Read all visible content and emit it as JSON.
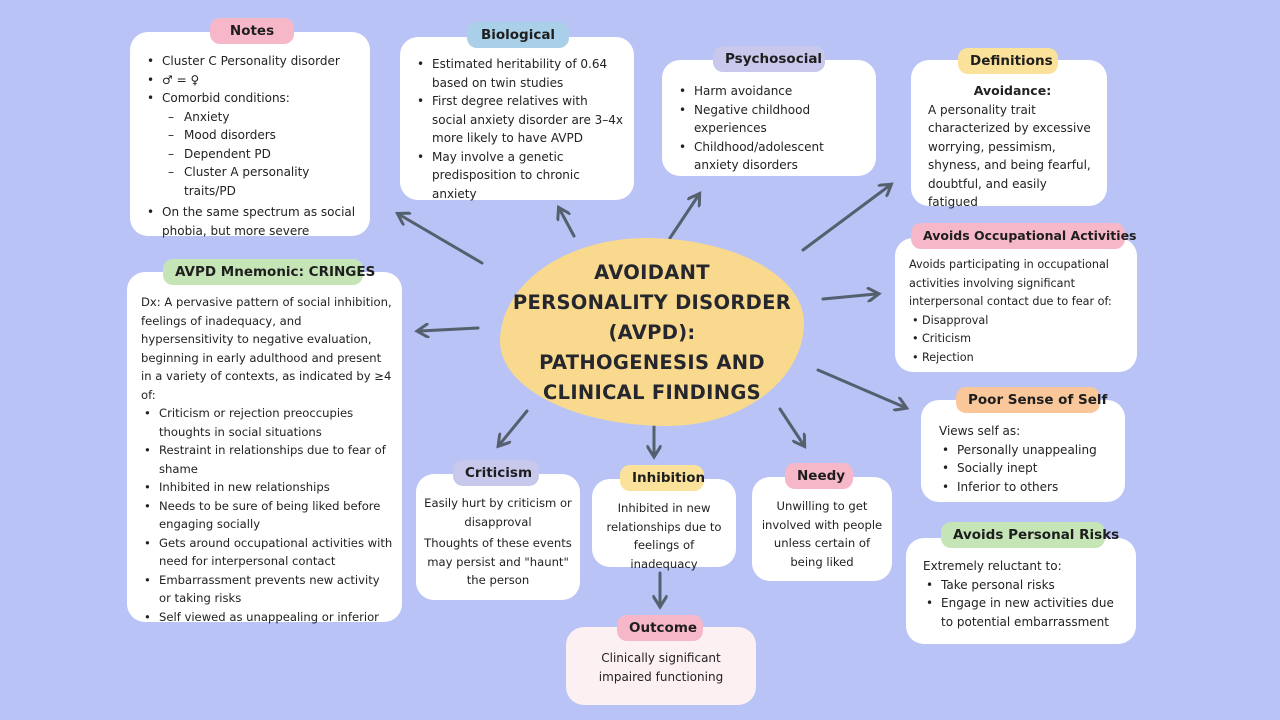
{
  "center": {
    "lines": [
      "AVOIDANT",
      "PERSONALITY DISORDER",
      "(AVPD):",
      "PATHOGENESIS AND",
      "CLINICAL FINDINGS"
    ]
  },
  "notes": {
    "title": "Notes",
    "items": [
      "Cluster C Personality disorder",
      "♂ = ♀",
      "Comorbid conditions:"
    ],
    "sub_items": [
      "Anxiety",
      "Mood disorders",
      "Dependent PD",
      "Cluster A personality traits/PD"
    ],
    "last_item": "On the same spectrum as social phobia, but more severe"
  },
  "biological": {
    "title": "Biological",
    "items": [
      "Estimated heritability of 0.64 based on twin studies",
      "First degree relatives with social anxiety disorder are 3–4x more likely to have AVPD",
      "May involve a genetic predisposition to chronic anxiety"
    ]
  },
  "psychosocial": {
    "title": "Psychosocial",
    "items": [
      "Harm avoidance",
      "Negative childhood experiences",
      "Childhood/adolescent anxiety disorders"
    ]
  },
  "definitions": {
    "title": "Definitions",
    "term": "Avoidance:",
    "text": "A personality trait characterized by excessive worrying, pessimism, shyness, and being fearful, doubtful, and easily fatigued"
  },
  "occupational": {
    "title": "Avoids Occupational Activities",
    "text": "Avoids participating in occupational activities involving significant interpersonal contact due to fear of:",
    "items": [
      "Disapproval",
      "Criticism",
      "Rejection"
    ]
  },
  "poor_self": {
    "title": "Poor Sense of Self",
    "text": "Views self as:",
    "items": [
      "Personally unappealing",
      "Socially inept",
      "Inferior to others"
    ]
  },
  "personal_risks": {
    "title": "Avoids Personal Risks",
    "text": "Extremely reluctant to:",
    "items": [
      "Take personal risks",
      "Engage in new activities due to potential embarrassment"
    ]
  },
  "mnemonic": {
    "title": "AVPD Mnemonic: CRINGES",
    "intro": "Dx: A pervasive pattern of social inhibition, feelings of inadequacy, and hypersensitivity to negative evaluation, beginning in early adulthood and present in a variety of contexts, as indicated by ≥4 of:",
    "items": [
      "Criticism or rejection preoccupies thoughts in social situations",
      "Restraint in relationships due to fear of shame",
      "Inhibited in new relationships",
      "Needs to be sure of being liked before engaging socially",
      "Gets around occupational activities with need for interpersonal contact",
      "Embarrassment prevents new activity or taking risks",
      "Self viewed as unappealing or inferior"
    ]
  },
  "criticism": {
    "title": "Criticism",
    "text1": "Easily hurt by criticism or disapproval",
    "text2": "Thoughts of these events may persist and \"haunt\" the person"
  },
  "inhibition": {
    "title": "Inhibition",
    "text": "Inhibited in new relationships due to feelings of inadequacy"
  },
  "needy": {
    "title": "Needy",
    "text": "Unwilling to get involved with people unless certain of being liked"
  },
  "outcome": {
    "title": "Outcome",
    "text": "Clinically significant impaired functioning"
  },
  "colors": {
    "background": "#b9c3f6",
    "center": "#f8d98e",
    "arrow": "#55606e",
    "pink": "#f6b8c8",
    "blue": "#a9d0e8",
    "lavender": "#c7c8ec",
    "yellow": "#fbe29a",
    "green": "#c5e5b6",
    "orange": "#f9c79a",
    "outcome_card": "#fdf0f3"
  }
}
